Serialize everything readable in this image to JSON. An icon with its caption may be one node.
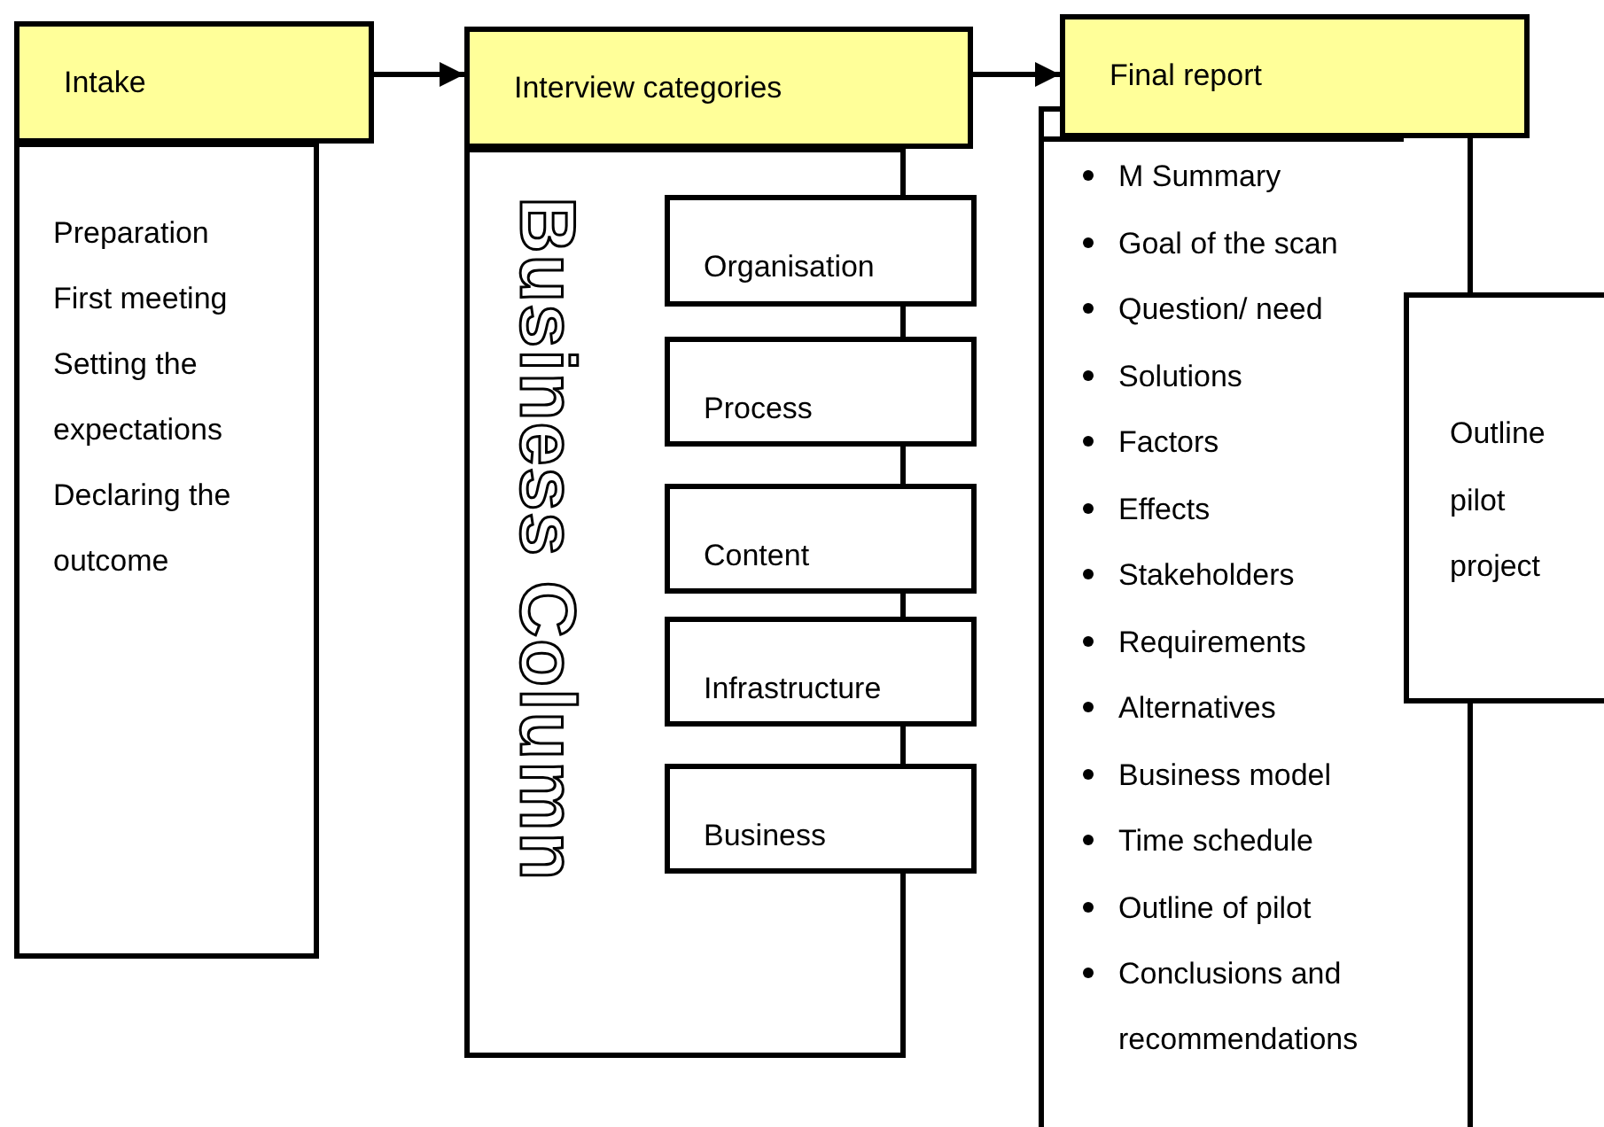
{
  "diagram": {
    "nodes": [
      {
        "text": [
          "Intake"
        ]
      },
      {
        "text": [
          "Preparation",
          "First meeting",
          "Setting the expectations",
          "Declaring the outcome"
        ]
      },
      {
        "text": [
          "Interview categories"
        ]
      },
      {
        "text": [
          "Business Column"
        ]
      },
      {
        "text": [
          "Organisation"
        ]
      },
      {
        "text": [
          "Process"
        ]
      },
      {
        "text": [
          "Content"
        ]
      },
      {
        "text": [
          "Infrastructure"
        ]
      },
      {
        "text": [
          "Business"
        ]
      },
      {
        "text": [
          "Final report"
        ]
      },
      {
        "text": [
          "M Summary",
          "Goal of the scan",
          "Question/ need",
          "Solutions",
          "Factors",
          "Effects",
          "Stakeholders",
          "Requirements",
          "Alternatives",
          "Business model",
          "Time schedule",
          "Outline of pilot",
          "Conclusions and recommendations"
        ]
      },
      {
        "text": [
          "Outline pilot project"
        ]
      }
    ],
    "edges": [
      {
        "from": 0,
        "to": 2,
        "arrow": "to"
      },
      {
        "from": 2,
        "to": 9,
        "arrow": "to"
      }
    ]
  }
}
